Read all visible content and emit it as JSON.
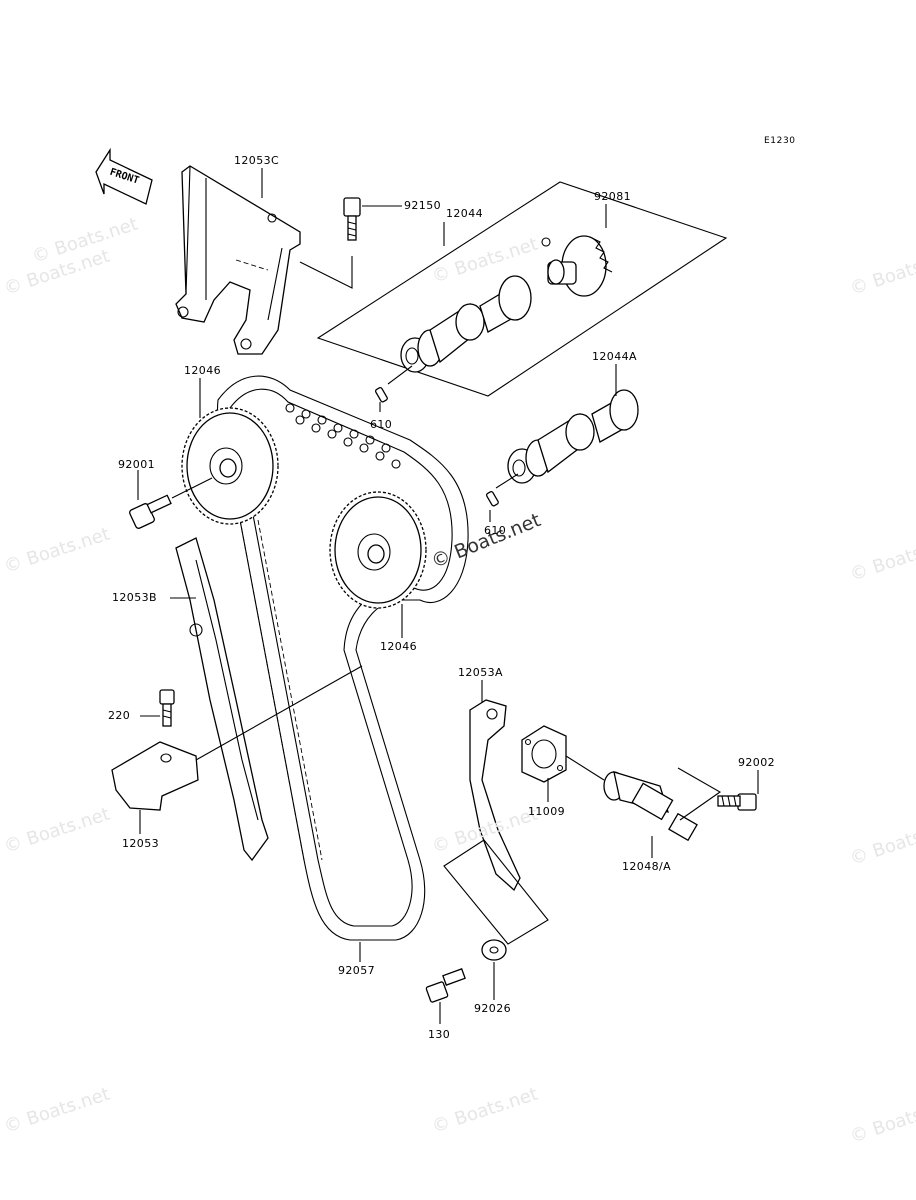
{
  "diagram_ref": "E1230",
  "front_label": "FRONT",
  "watermarks": {
    "text": "© Boats.net",
    "overlay": "© Boats.net"
  },
  "labels": {
    "l_12053c": "12053C",
    "l_92150": "92150",
    "l_12044": "12044",
    "l_92081": "92081",
    "l_12046_top": "12046",
    "l_610": "610",
    "l_12044a": "12044A",
    "l_92001": "92001",
    "l_610_b": "610",
    "l_12053b": "12053B",
    "l_12046_bottom": "12046",
    "l_12053a": "12053A",
    "l_220": "220",
    "l_92002": "92002",
    "l_11009": "11009",
    "l_12053": "12053",
    "l_12048a": "12048/A",
    "l_92057": "92057",
    "l_92026": "92026",
    "l_130": "130"
  }
}
